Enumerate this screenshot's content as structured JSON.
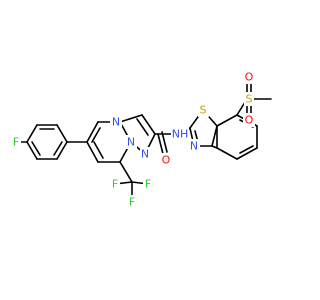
{
  "colors": {
    "background": "#ffffff",
    "bond": "#000000",
    "F": "#33cc33",
    "N": "#3050f8",
    "O": "#ff0d0d",
    "S": "#c8a000"
  },
  "atoms": {
    "f_aryl": "F",
    "n_pyrimidine": "N",
    "n_bridge": "N",
    "n_pyrazole": "N",
    "n_amide": "NH",
    "o_amide": "O",
    "s_thiazole": "S",
    "n_thiazole": "N",
    "s_sulfonyl": "S",
    "o_sulfonyl_up": "O",
    "o_sulfonyl_down": "O",
    "f_cf3_left": "F",
    "f_cf3_middle": "F",
    "f_cf3_right": "F"
  }
}
